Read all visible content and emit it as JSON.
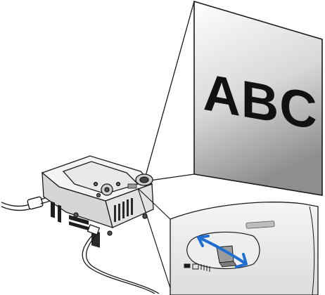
{
  "figure": {
    "screen_text": "ABC"
  },
  "colors": {
    "line": "#1a1a1a",
    "screen_top": "#ffffff",
    "screen_bottom": "#9a9a9a",
    "arrow": "#1f6fd1",
    "lever": "#9c9c9c",
    "projector_body": "#f2f2f2"
  },
  "icons": [
    "projector-body",
    "lens",
    "zoom-lever",
    "double-arrow-icon",
    "power-cord",
    "video-cable",
    "projection-screen"
  ]
}
